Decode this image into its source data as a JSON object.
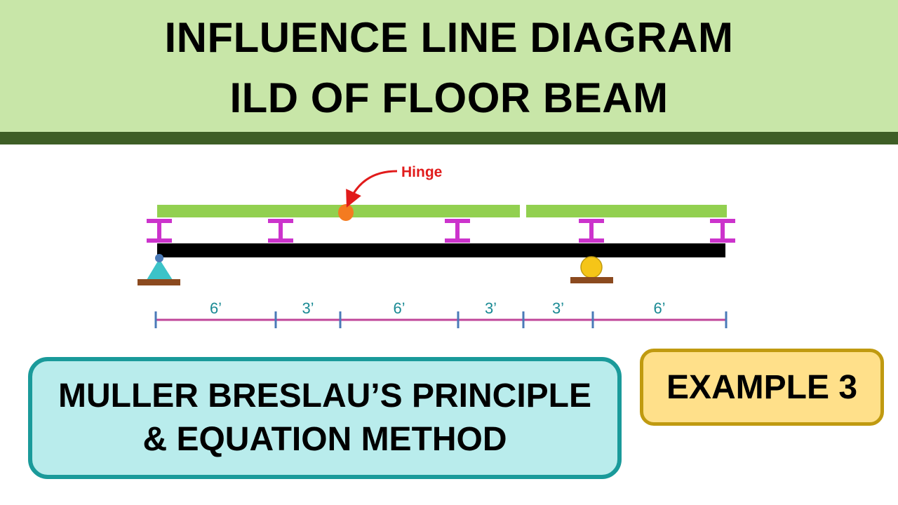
{
  "header": {
    "title_line1": "INFLUENCE LINE DIAGRAM",
    "title_line2": "ILD OF FLOOR BEAM"
  },
  "diagram": {
    "hinge_label": "Hinge",
    "spans": [
      {
        "label": "6’",
        "length": 6
      },
      {
        "label": "3’",
        "length": 3
      },
      {
        "label": "6’",
        "length": 6
      },
      {
        "label": "3’",
        "length": 3
      },
      {
        "label": "3’",
        "length": 3
      },
      {
        "label": "6’",
        "length": 6
      }
    ],
    "colors": {
      "stringer": "#92d050",
      "floor_beam": "#000000",
      "i_section": "#cc33cc",
      "hinge": "#f47b20",
      "hinge_label": "#e11b1b",
      "pin_support": "#3cc3c8",
      "roller": "#f5c518",
      "ground": "#8b4a1f",
      "dimension_line": "#c0479a",
      "dimension_text": "#1a8a94",
      "dimension_tick": "#4a7ab8"
    }
  },
  "method_box": {
    "line1": "MULLER BRESLAU’S PRINCIPLE",
    "line2": "& EQUATION METHOD"
  },
  "example_badge": {
    "label": "EXAMPLE 3"
  }
}
